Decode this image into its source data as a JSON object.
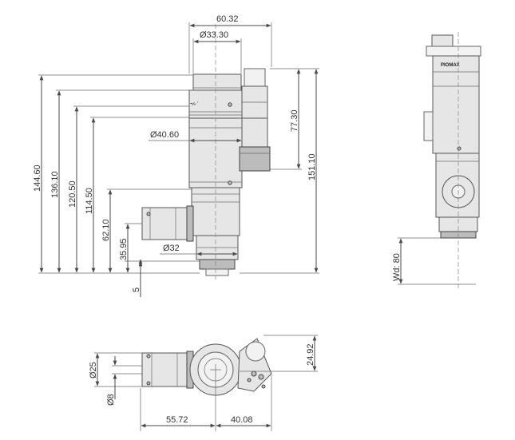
{
  "front_view": {
    "width_top": "60.32",
    "dia_top": "Ø33.30",
    "dia_body": "Ø40.60",
    "dia_bottom": "Ø32",
    "h_total": "144.60",
    "h_136": "136.10",
    "h_120": "120.50",
    "h_114": "114.50",
    "h_62": "62.10",
    "h_35": "35.95",
    "h_5": "5",
    "right_77": "77.30",
    "right_151": "151.10"
  },
  "side_view": {
    "brand": "PIOMAX",
    "wd": "Wd: 80"
  },
  "bottom_view": {
    "dia_25": "Ø25",
    "dia_8": "Ø8",
    "w_55": "55.72",
    "w_40": "40.08",
    "h_24": "24.92"
  }
}
